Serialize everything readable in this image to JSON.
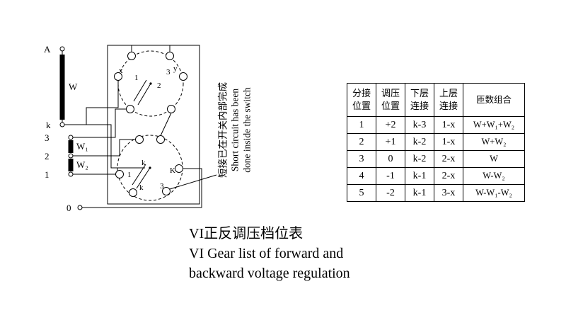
{
  "diagram": {
    "terminal_a_label": "A",
    "winding_w_label": "W",
    "terminal_k_label": "k",
    "tap3_label": "3",
    "tap2_label": "2",
    "tap1_label": "1",
    "winding_w1_label": "W₁",
    "winding_w2_label": "W₂",
    "terminal_0_label": "0",
    "top_switch_labels": {
      "x": "x",
      "y": "y",
      "n1": "1",
      "n2": "2",
      "n3": "3"
    },
    "bottom_switch_labels": {
      "center_k": "k",
      "n1": "1",
      "cap_k": "K",
      "low_k": "k",
      "n3": "3"
    },
    "note": {
      "cn": "短接已在开关内部完成",
      "en1": "Short circuit has been",
      "en2": "done inside the switch"
    }
  },
  "table": {
    "headers": [
      [
        "分接",
        "位置"
      ],
      [
        "调压",
        "位置"
      ],
      [
        "下层",
        "连接"
      ],
      [
        "上层",
        "连接"
      ],
      [
        "匝数组合"
      ]
    ],
    "rows": [
      [
        "1",
        "+2",
        "k-3",
        "1-x",
        "W+W₁+W₂"
      ],
      [
        "2",
        "+1",
        "k-2",
        "1-x",
        "W+W₂"
      ],
      [
        "3",
        "0",
        "k-2",
        "2-x",
        "W"
      ],
      [
        "4",
        "-1",
        "k-1",
        "2-x",
        "W-W₂"
      ],
      [
        "5",
        "-2",
        "k-1",
        "3-x",
        "W-W₁-W₂"
      ]
    ]
  },
  "caption": {
    "cn": "VI正反调压档位表",
    "en1": "VI Gear list of forward and",
    "en2": "backward voltage regulation"
  }
}
